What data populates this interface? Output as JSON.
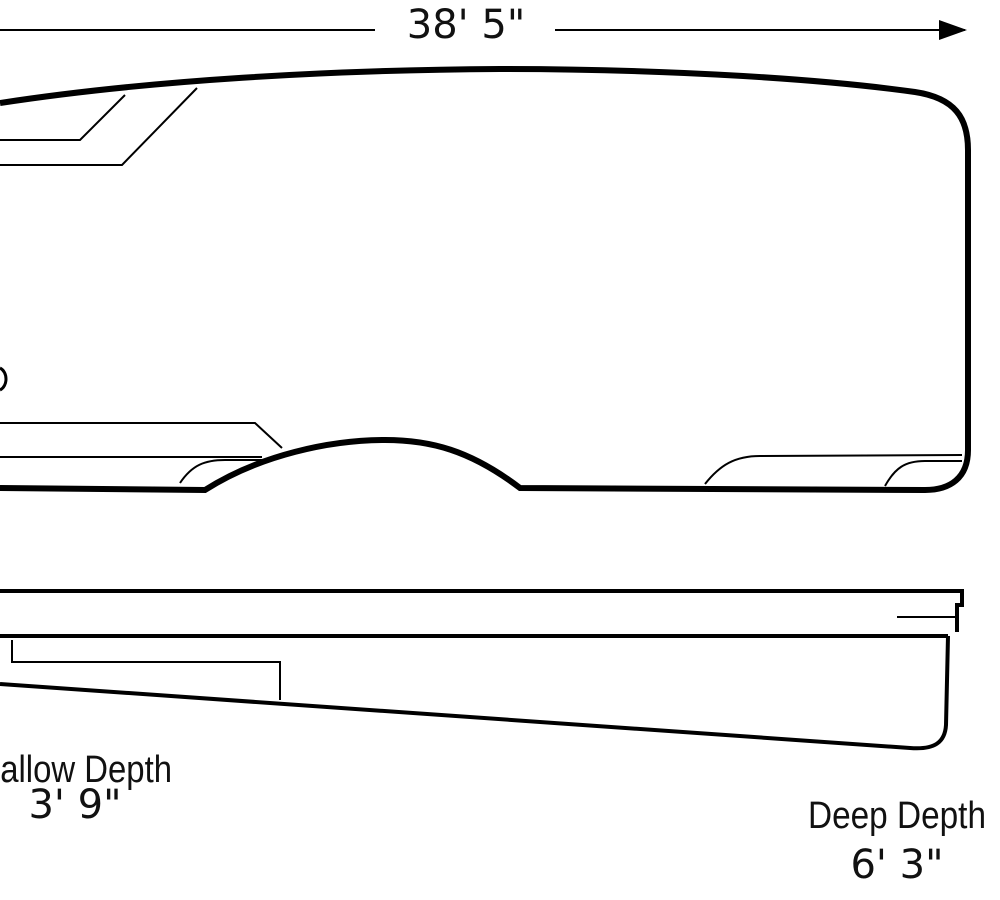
{
  "diagram": {
    "top_view": {
      "length_label": "38' 5\""
    },
    "side_view": {
      "shallow_label": "Shallow Depth",
      "shallow_value": "3' 9\"",
      "deep_label": "Deep Depth",
      "deep_value": "6' 3\""
    },
    "colors": {
      "line": "#000000",
      "background": "#ffffff"
    }
  }
}
